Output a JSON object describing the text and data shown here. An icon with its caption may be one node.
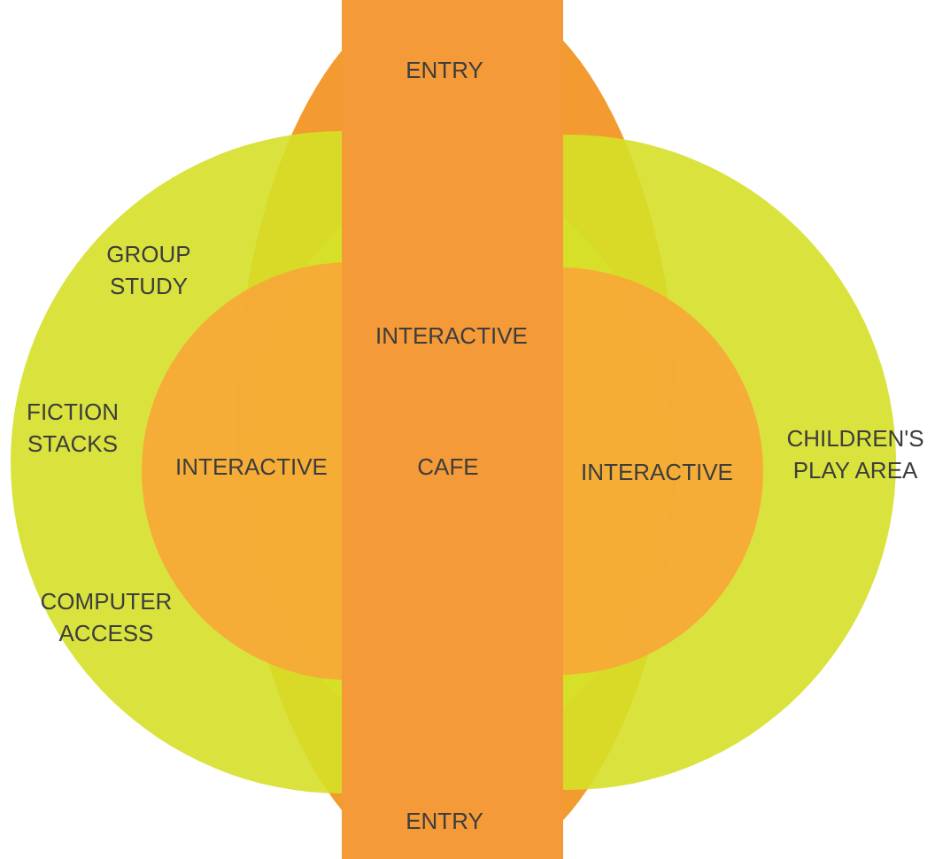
{
  "diagram": {
    "labels": [
      "ENTRY",
      "GROUP STUDY",
      "INTERACTIVE",
      "FICTION STACKS",
      "INTERACTIVE",
      "CAFE",
      "INTERACTIVE",
      "CHILDREN'S PLAY AREA",
      "COMPUTER ACCESS",
      "ENTRY"
    ]
  }
}
